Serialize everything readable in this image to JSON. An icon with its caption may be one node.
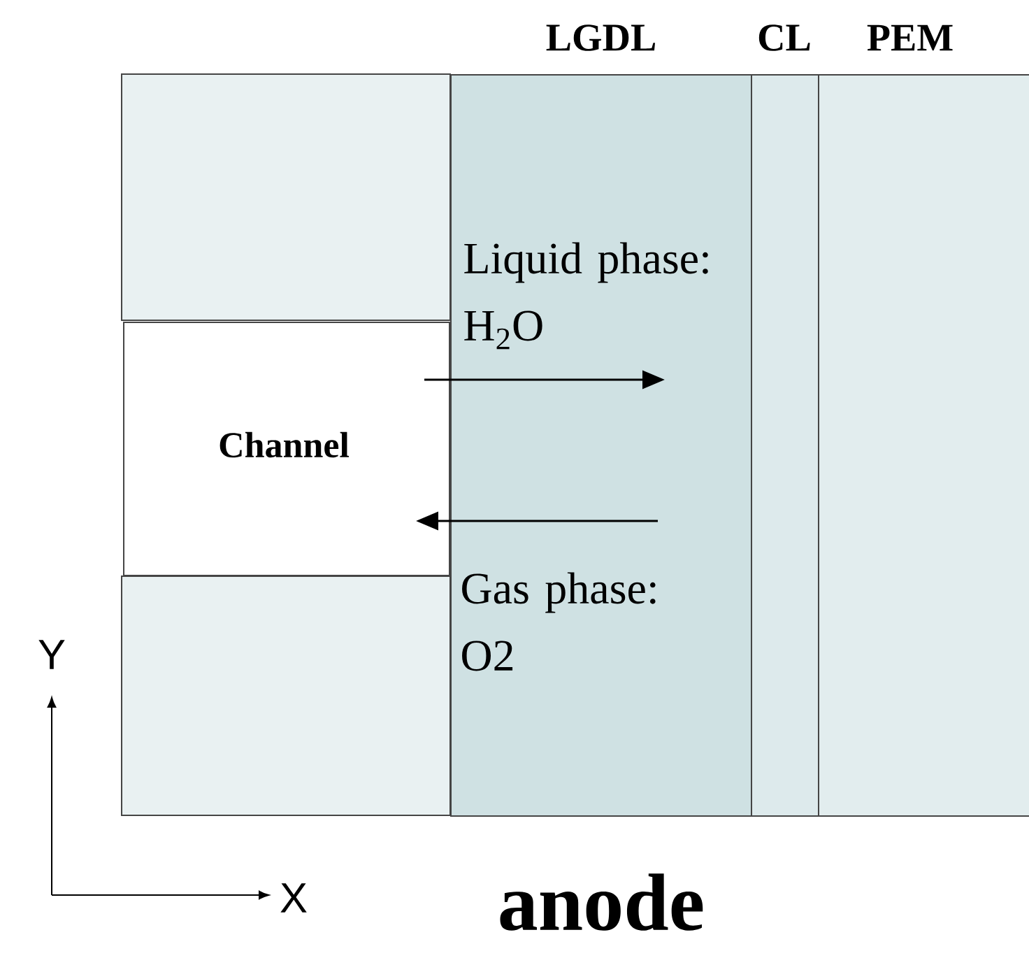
{
  "diagram": {
    "nodes": [
      {
        "text": [],
        "shape": "box"
      },
      {
        "text": [
          "LGDL"
        ]
      },
      {
        "text": [
          "CL"
        ]
      },
      {
        "text": [
          "PEM"
        ]
      },
      {
        "text": [
          "Channel"
        ]
      },
      {
        "text": [],
        "shape": "box"
      }
    ],
    "edges": [
      {
        "from": 4,
        "to": 1,
        "arrow": "to",
        "label": "Liquid phase: H$_{2}$O"
      },
      {
        "from": 1,
        "to": 4,
        "arrow": "to",
        "label": "Gas phase: O2"
      }
    ],
    "labels": [
      "Y",
      "X",
      "anode"
    ]
  }
}
